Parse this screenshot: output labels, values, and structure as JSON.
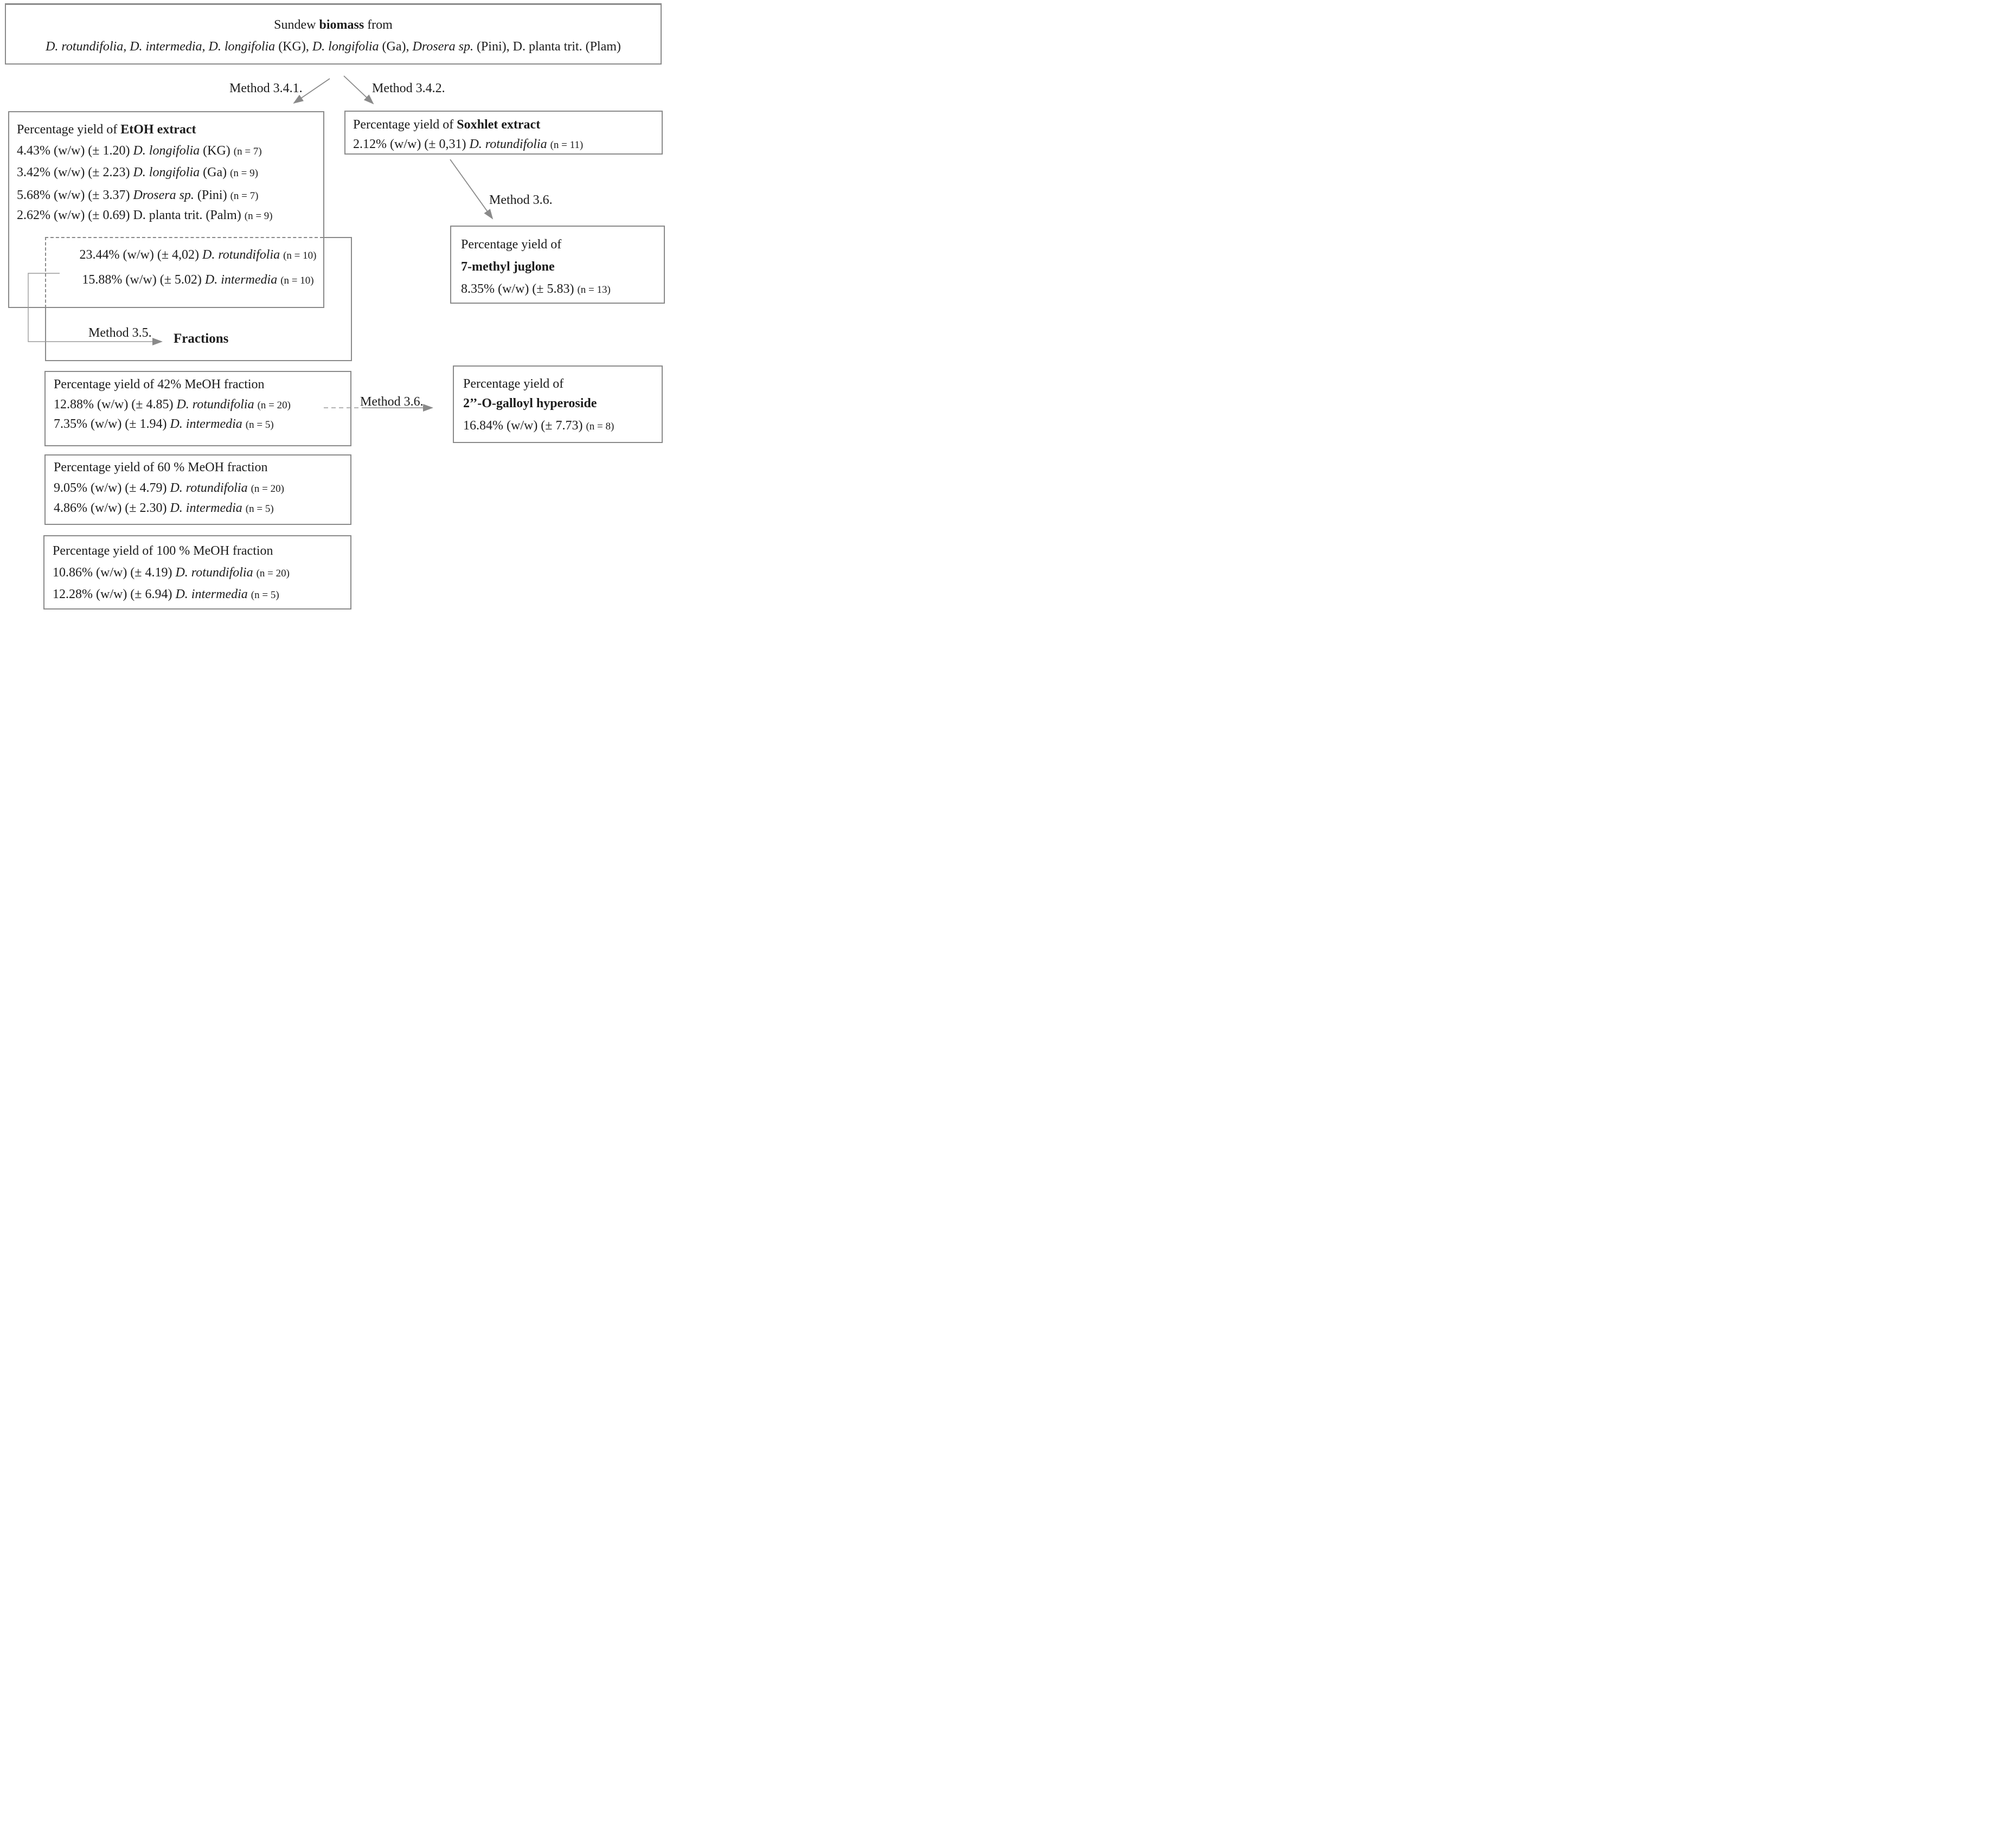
{
  "colors": {
    "border": "#8a8a8a",
    "arrow": "#8a8a8a",
    "text": "#1c1c1c"
  },
  "top_box": {
    "line1_pre": "Sundew ",
    "line1_bold": "biomass",
    "line1_post": " from",
    "species_a": "D. rotundifolia, D. intermedia, D. longifolia",
    "species_b": " (KG), ",
    "species_c": "D. longifolia",
    "species_d": " (Ga), ",
    "species_e": "Drosera sp.",
    "species_f": " (Pini), D. planta trit. (Plam)"
  },
  "labels": {
    "method_341": "Method 3.4.1.",
    "method_342": "Method 3.4.2.",
    "method_35": "Method 3.5.",
    "method_36_top": "Method 3.6.",
    "method_36_mid": "Method 3.6.",
    "fractions": "Fractions"
  },
  "etoh_box": {
    "title_pre": "Percentage yield of ",
    "title_bold": "EtOH extract",
    "lines": [
      {
        "v": "4.43% (w/w) (± 1.20) ",
        "sp": "D. longifolia",
        "tail": " (KG) ",
        "n": "(n = 7)"
      },
      {
        "v": "3.42% (w/w) (± 2.23) ",
        "sp": "D. longifolia",
        "tail": " (Ga) ",
        "n": "(n = 9)"
      },
      {
        "v": "5.68% (w/w) (± 3.37) ",
        "sp": "Drosera sp.",
        "tail": " (Pini) ",
        "n": "(n = 7)"
      },
      {
        "v": "2.62% (w/w) (± 0.69) D. planta trit. (Palm) ",
        "sp": "",
        "tail": "",
        "n": "(n = 9)"
      }
    ]
  },
  "dashed_box": {
    "lines": [
      {
        "v": "23.44% (w/w) (± 4,02) ",
        "sp": "D. rotundifolia",
        "tail": " ",
        "n": "(n = 10)"
      },
      {
        "v": "15.88% (w/w) (± 5.02) ",
        "sp": "D. intermedia",
        "tail": " ",
        "n": "(n = 10)"
      }
    ]
  },
  "soxhlet_box": {
    "title_pre": "Percentage yield of ",
    "title_bold": "Soxhlet extract",
    "lines": [
      {
        "v": "2.12% (w/w) (± 0,31) ",
        "sp": "D. rotundifolia",
        "tail": " ",
        "n": "(n = 11)"
      }
    ]
  },
  "juglone_box": {
    "title": "Percentage yield of",
    "name_bold": "7-methyl juglone",
    "value": {
      "v": "8.35% (w/w) (± 5.83) ",
      "n": "(n = 13)"
    }
  },
  "galloyl_box": {
    "title": "Percentage yield of",
    "name_bold": "2’’-O-galloyl hyperoside",
    "value": {
      "v": "16.84% (w/w) (± 7.73) ",
      "n": "(n = 8)"
    }
  },
  "meoh42_box": {
    "title": "Percentage yield of 42% MeOH fraction",
    "lines": [
      {
        "v": "12.88% (w/w) (± 4.85) ",
        "sp": "D. rotundifolia",
        "tail": " ",
        "n": "(n = 20)"
      },
      {
        "v": "7.35% (w/w) (± 1.94) ",
        "sp": "D. intermedia",
        "tail": " ",
        "n": "(n = 5)"
      }
    ]
  },
  "meoh60_box": {
    "title": "Percentage yield of 60 % MeOH fraction",
    "lines": [
      {
        "v": "9.05% (w/w) (± 4.79) ",
        "sp": "D. rotundifolia",
        "tail": " ",
        "n": "(n = 20)"
      },
      {
        "v": "4.86% (w/w) (± 2.30) ",
        "sp": "D. intermedia",
        "tail": " ",
        "n": "(n = 5)"
      }
    ]
  },
  "meoh100_box": {
    "title": "Percentage yield of 100 % MeOH fraction",
    "lines": [
      {
        "v": "10.86% (w/w) (± 4.19) ",
        "sp": "D. rotundifolia",
        "tail": " ",
        "n": "(n = 20)"
      },
      {
        "v": "12.28% (w/w) (± 6.94) ",
        "sp": "D. intermedia",
        "tail": " ",
        "n": "(n = 5)"
      }
    ]
  }
}
